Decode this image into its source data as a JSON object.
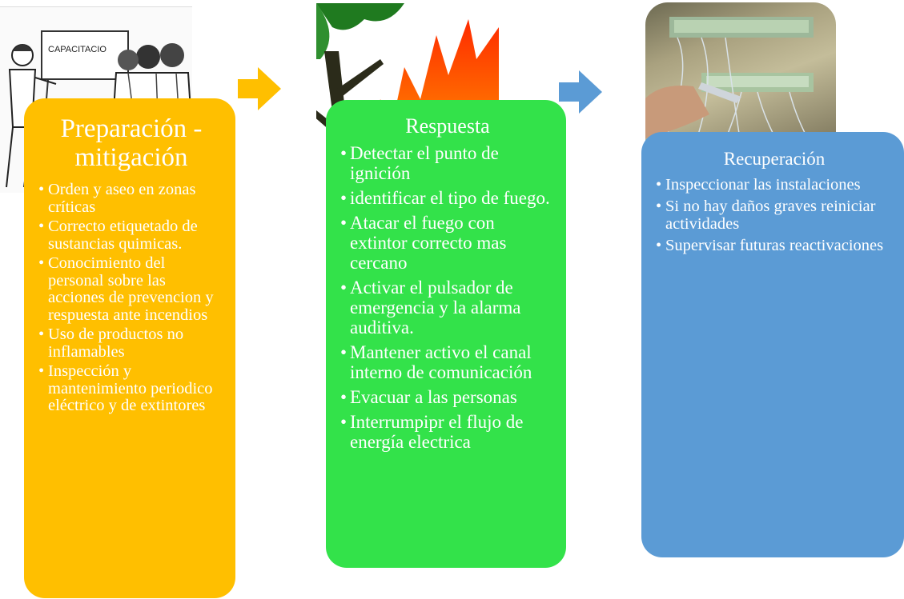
{
  "images": {
    "training": {
      "sign_text": "CAPACITACIO"
    }
  },
  "colors": {
    "preparation": "#ffbf00",
    "response": "#33e24a",
    "recovery": "#5b9bd5",
    "arrow_1": "#ffbf00",
    "arrow_2": "#5b9bd5"
  },
  "stages": [
    {
      "title": "Preparación - mitigación",
      "items": [
        "Orden y aseo en zonas críticas",
        "Correcto etiquetado de sustancias quimicas.",
        "Conocimiento del personal sobre las acciones de prevencion y respuesta ante incendios",
        "Uso de productos no inflamables",
        "Inspección y mantenimiento periodico eléctrico y de extintores"
      ]
    },
    {
      "title": "Respuesta",
      "items": [
        "Detectar el punto de ignición",
        "identificar el tipo de fuego.",
        "Atacar el fuego con extintor correcto mas cercano",
        "Activar el pulsador de emergencia y la alarma auditiva.",
        "Mantener activo el canal interno de comunicación",
        "Evacuar a las personas",
        "Interrumpipr el flujo de energía electrica"
      ]
    },
    {
      "title": "Recuperación",
      "items": [
        "Inspeccionar las instalaciones",
        "Si no hay daños graves reiniciar actividades",
        "Supervisar futuras reactivaciones"
      ]
    }
  ]
}
